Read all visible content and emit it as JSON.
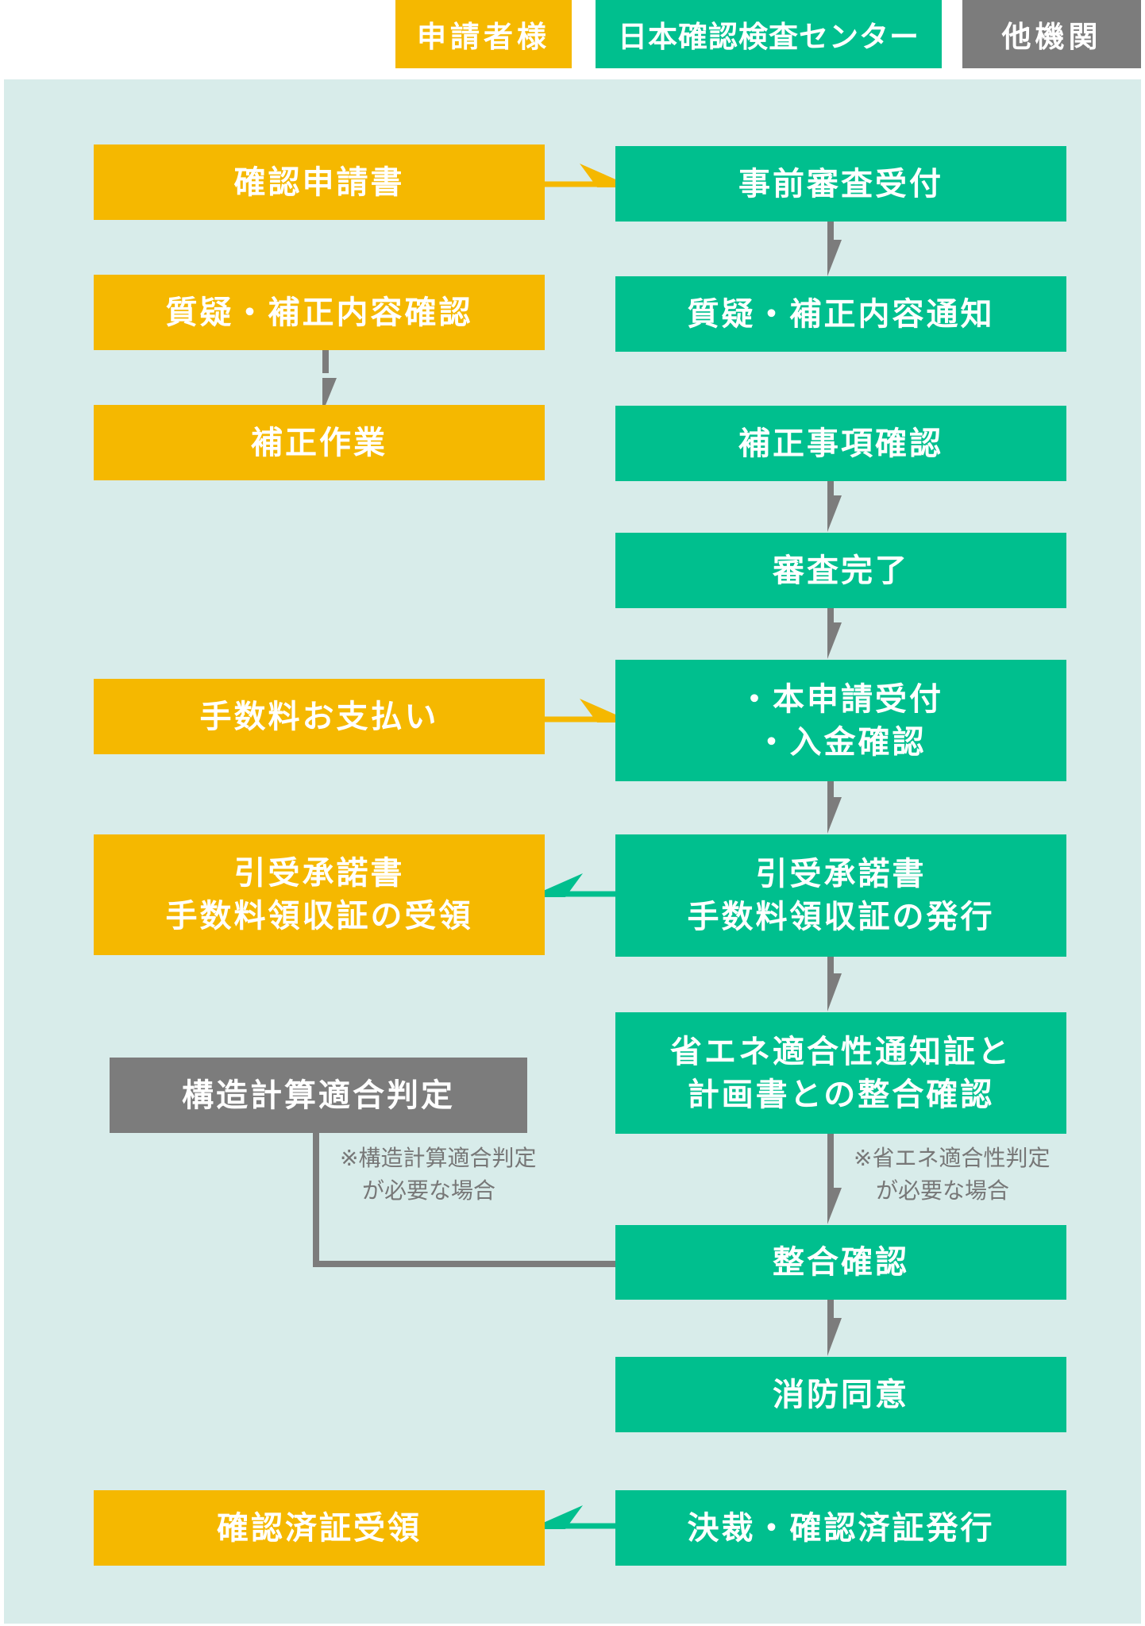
{
  "legend": {
    "applicant": "申請者様",
    "center": "日本確認検査センター",
    "other": "他機関"
  },
  "colors": {
    "applicant": "#f5b800",
    "center": "#00bf8e",
    "other": "#7c7c7c",
    "panel": "#d8ecea"
  },
  "applicant": {
    "application": "確認申請書",
    "qa_confirm": "質疑・補正内容確認",
    "correction_work": "補正作業",
    "fee_payment": "手数料お支払い",
    "receipt_line1": "引受承諾書",
    "receipt_line2": "手数料領収証の受領",
    "certificate_receipt": "確認済証受領"
  },
  "center": {
    "pre_review": "事前審査受付",
    "qa_notice": "質疑・補正内容通知",
    "correction_check": "補正事項確認",
    "review_complete": "審査完了",
    "main_intake_line1": "・本申請受付",
    "main_intake_line2": "・入金確認",
    "issue_line1": "引受承諾書",
    "issue_line2": "手数料領収証の発行",
    "energy_line1": "省エネ適合性通知証と",
    "energy_line2": "計画書との整合確認",
    "consistency_check": "整合確認",
    "fire_consent": "消防同意",
    "decision": "決裁・確認済証発行"
  },
  "other": {
    "structural": "構造計算適合判定"
  },
  "notes": {
    "structural_line1": "※構造計算適合判定",
    "structural_line2": "が必要な場合",
    "energy_line1": "※省エネ適合性判定",
    "energy_line2": "が必要な場合"
  }
}
